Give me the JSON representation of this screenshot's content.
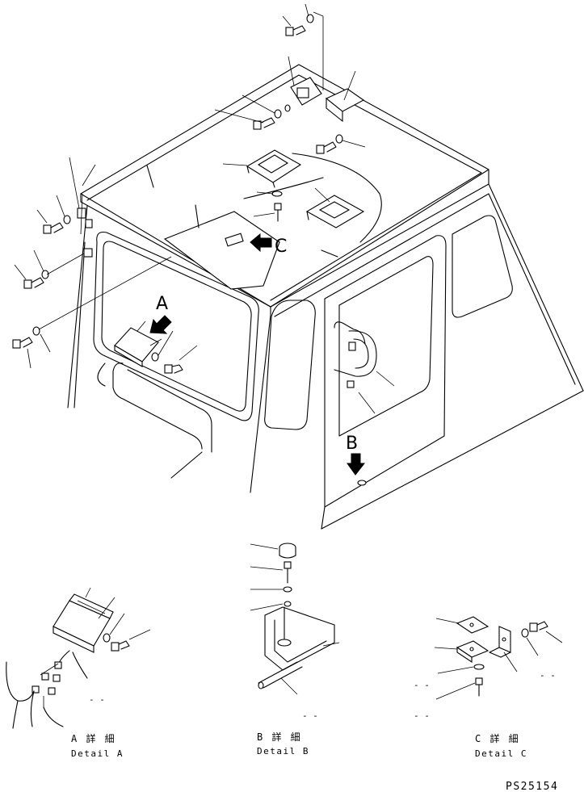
{
  "callouts": {
    "a": "A",
    "b": "B",
    "c": "C"
  },
  "details": {
    "a": {
      "title_jp": "A 詳 細",
      "title_en": "Detail A"
    },
    "b": {
      "title_jp": "B 詳 細",
      "title_en": "Detail B"
    },
    "c": {
      "title_jp": "C 詳 細",
      "title_en": "Detail C"
    }
  },
  "drawing_code": "PS25154",
  "dash_marks": [
    "- -",
    "- -",
    "- -",
    "- -",
    "- -"
  ]
}
